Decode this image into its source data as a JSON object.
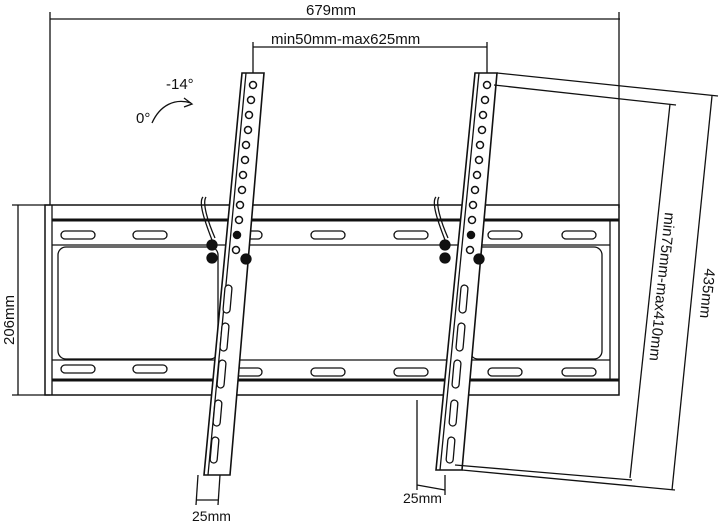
{
  "diagram": {
    "type": "tv-wall-mount-dimension-drawing",
    "line_color": "#111111",
    "background": "#ffffff",
    "dimensions": {
      "overall_width": "679mm",
      "vesa_horizontal": "min50mm-max625mm",
      "plate_height": "206mm",
      "vesa_vertical": "min75mm-max410mm",
      "arm_height": "435mm",
      "profile_left": "25mm",
      "profile_right": "25mm"
    },
    "tilt": {
      "start_angle": "0°",
      "end_angle": "-14°"
    },
    "components": [
      "wall-plate",
      "left-tv-arm",
      "right-tv-arm",
      "tilt-locking-knobs"
    ]
  }
}
